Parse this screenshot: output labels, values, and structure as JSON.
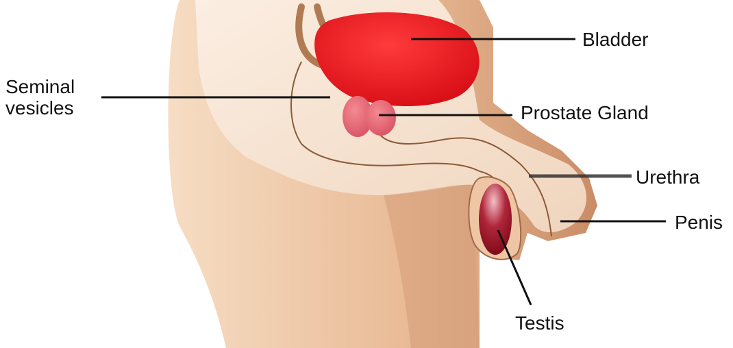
{
  "labels": {
    "bladder": "Bladder",
    "seminal_line1": "Seminal",
    "seminal_line2": "vesicles",
    "prostate": "Prostate Gland",
    "urethra": "Urethra",
    "penis": "Penis",
    "testis": "Testis"
  },
  "colors": {
    "skin_light": "#f7e4d2",
    "skin_mid": "#ecc9a8",
    "skin_dark": "#c9906c",
    "bladder": "#e8141c",
    "prostate": "#e86a78",
    "testis_dark": "#8e0d1c",
    "outline": "#8a5a3a",
    "leader": "#111111"
  }
}
